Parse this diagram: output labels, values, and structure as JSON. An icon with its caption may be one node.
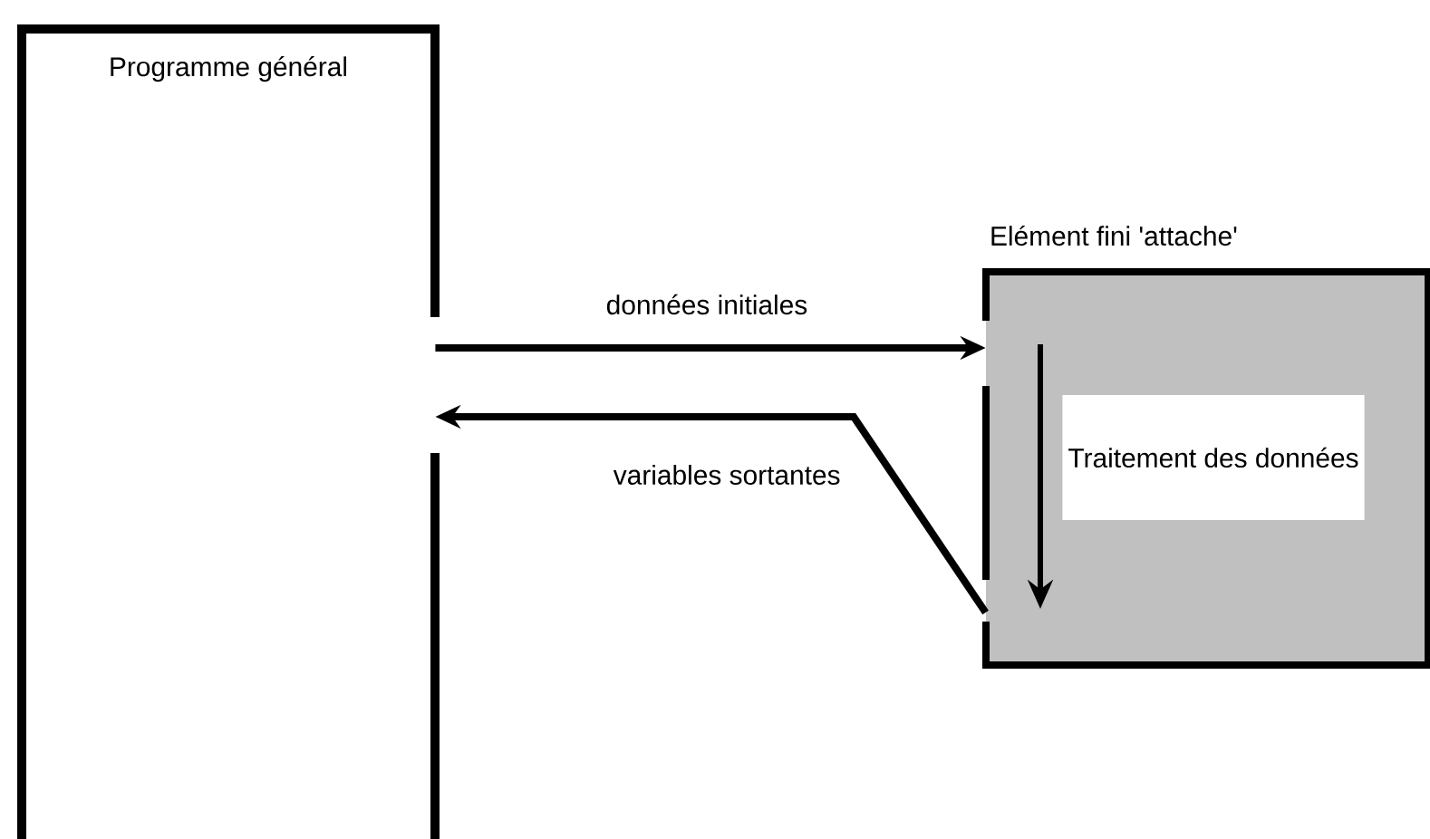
{
  "diagram": {
    "nodes": [
      {
        "text": [
          "Programme général"
        ]
      },
      {
        "text": [
          "Elément fini 'attache'"
        ]
      },
      {
        "text": [
          "Traitement des données"
        ],
        "in": 1
      }
    ],
    "edges": [
      {
        "from": 0,
        "to": 1,
        "arrow": "to",
        "label": "données initiales"
      },
      {
        "from": 1,
        "to": 0,
        "arrow": "to",
        "label": "variables sortantes"
      }
    ]
  }
}
